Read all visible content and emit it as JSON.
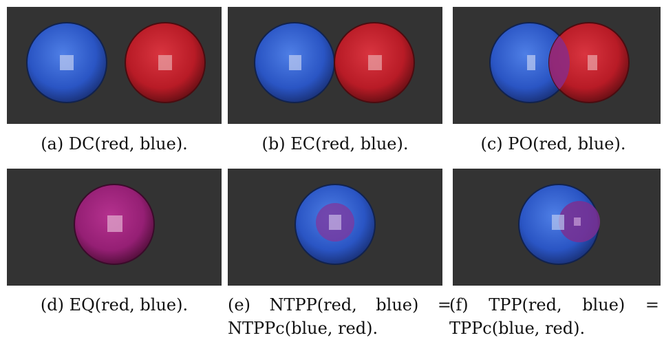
{
  "colors": {
    "panel_bg": "#333333",
    "red_sphere": "#c0202a",
    "blue_sphere": "#2f5bd0",
    "overlap_purple": "#9a2b8a",
    "highlight": "#ffffff"
  },
  "panels": [
    {
      "id": "a",
      "caption": "(a) DC(red, blue).",
      "relation": "DC",
      "spheres": [
        {
          "color": "blue"
        },
        {
          "color": "red"
        }
      ]
    },
    {
      "id": "b",
      "caption": "(b) EC(red, blue).",
      "relation": "EC",
      "spheres": [
        {
          "color": "blue"
        },
        {
          "color": "red"
        }
      ]
    },
    {
      "id": "c",
      "caption": "(c) PO(red, blue).",
      "relation": "PO",
      "spheres": [
        {
          "color": "blue"
        },
        {
          "color": "red"
        }
      ]
    },
    {
      "id": "d",
      "caption": "(d) EQ(red, blue).",
      "relation": "EQ",
      "spheres": [
        {
          "color": "purple"
        }
      ]
    },
    {
      "id": "e",
      "caption": "(e) NTPP(red, blue) = NTPPc(blue, red).",
      "relation": "NTPP",
      "spheres": [
        {
          "color": "blue"
        },
        {
          "color": "red"
        }
      ]
    },
    {
      "id": "f",
      "caption": "(f) TPP(red, blue) = TPPc(blue, red).",
      "relation": "TPP",
      "spheres": [
        {
          "color": "blue"
        },
        {
          "color": "red"
        }
      ]
    }
  ]
}
